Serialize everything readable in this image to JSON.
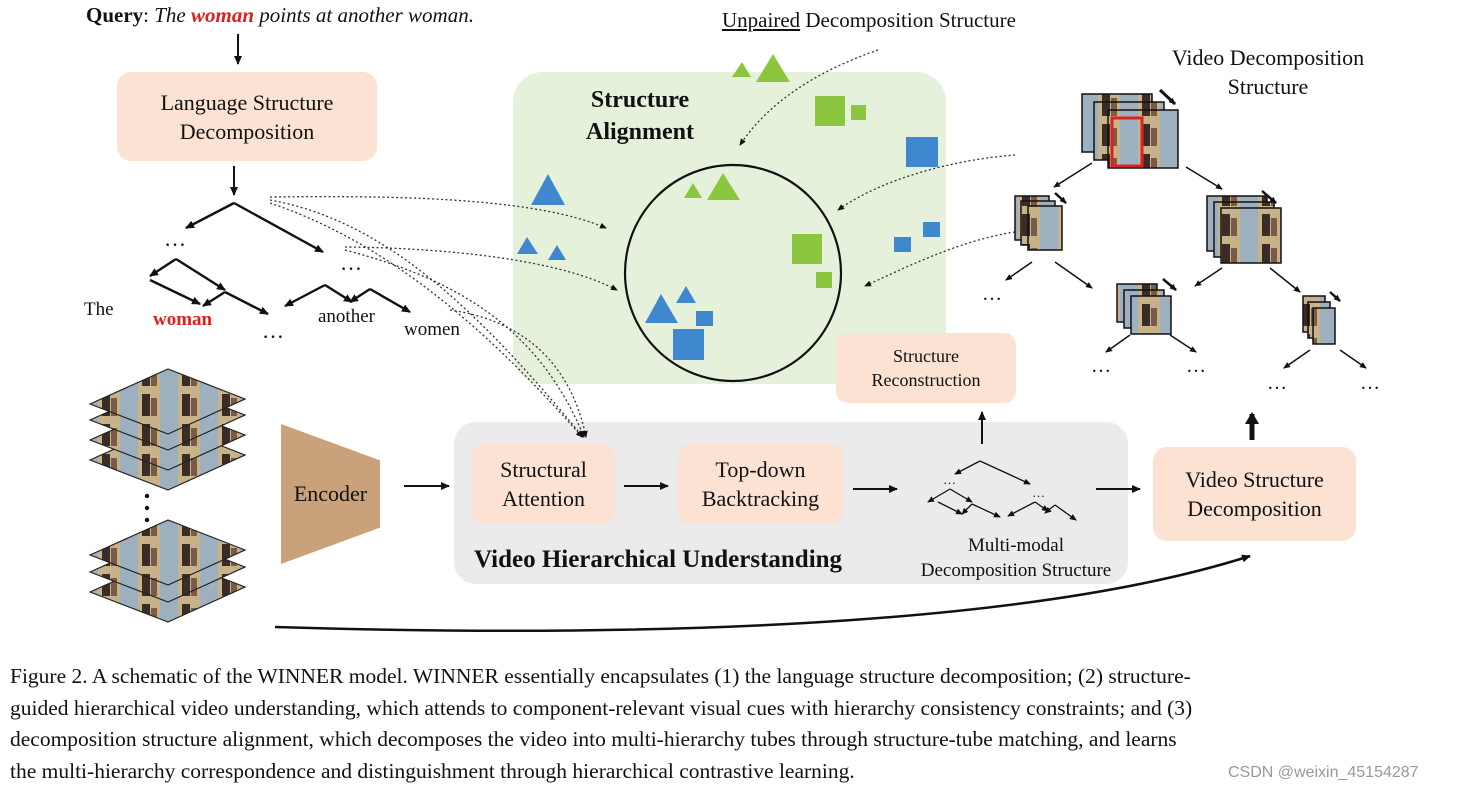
{
  "query": {
    "label": "Query",
    "prefix": "The",
    "highlight": "woman",
    "suffix": "points at another woman."
  },
  "unpaired_title": {
    "underlined": "Unpaired",
    "rest": "Decomposition Structure"
  },
  "video_decomp_title": {
    "line1": "Video Decomposition",
    "line2": "Structure"
  },
  "structure_alignment": {
    "line1": "Structure",
    "line2": "Alignment"
  },
  "lang_decomp": {
    "line1": "Language Structure",
    "line2": "Decomposition"
  },
  "tree_words": {
    "the": "The",
    "woman": "woman",
    "another": "another",
    "women": "women",
    "dots": "…"
  },
  "encoder": "Encoder",
  "structural_attention": {
    "line1": "Structural",
    "line2": "Attention"
  },
  "top_down": {
    "line1": "Top-down",
    "line2": "Backtracking"
  },
  "multimodal": {
    "line1": "Multi-modal",
    "line2": "Decomposition Structure"
  },
  "structure_reconstruction": {
    "line1": "Structure",
    "line2": "Reconstruction"
  },
  "video_structure_decomp": {
    "line1": "Video Structure",
    "line2": "Decomposition"
  },
  "video_hier": "Video Hierarchical Understanding",
  "caption_lines": [
    "Figure 2. A schematic of the WINNER model. WINNER essentially encapsulates (1) the language structure decomposition; (2) structure-",
    "guided hierarchical video understanding, which attends to component-relevant visual cues with hierarchy consistency constraints; and (3)",
    "decomposition structure alignment, which decomposes the video into multi-hierarchy tubes through structure-tube matching, and learns",
    "the multi-hierarchy correspondence and distinguishment through hierarchical contrastive learning."
  ],
  "watermark": "CSDN @weixin_45154287",
  "colors": {
    "peach": "#fbe2d3",
    "green_panel": "#e6f1dc",
    "grey_panel": "#ebebeb",
    "green_shape": "#8cc63f",
    "blue_shape": "#3f88d0",
    "red_word": "#e02020",
    "encoder": "#c9a27c"
  }
}
